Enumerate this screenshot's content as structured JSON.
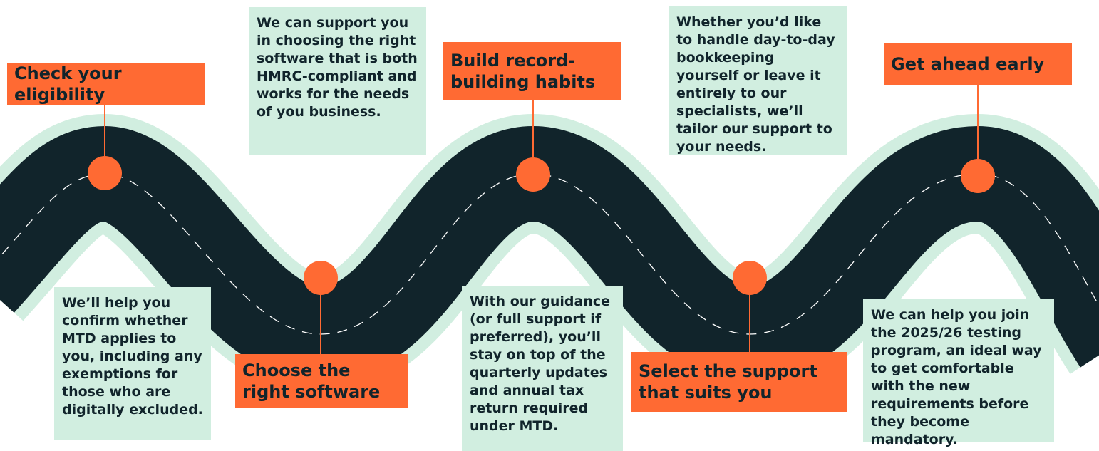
{
  "road": {
    "surface_color": "#11242b",
    "edge_color": "#d1eee0",
    "center_line_color": "#ffffff"
  },
  "accent_color": "#ff6a33",
  "steps": [
    {
      "title": "Check your eligibility",
      "description": "We’ll help you confirm whether MTD applies to you, including any exemptions for those who are digitally excluded."
    },
    {
      "title": "Choose the right software",
      "description": "We can support you in choosing the right software that is both HMRC-compliant and works for the needs of you business."
    },
    {
      "title": "Build record-building habits",
      "description": "With our guidance (or full support if preferred), you’ll stay on top of the quarterly updates and annual tax return required under MTD."
    },
    {
      "title": "Select the support that suits you",
      "description": "Whether you’d like to handle day-to-day bookkeeping yourself or leave it entirely to our specialists, we’ll tailor our support to your needs."
    },
    {
      "title": "Get ahead early",
      "description": "We can help you join the 2025/26 testing program, an ideal way to get comfortable with the new requirements before they become mandatory."
    }
  ]
}
